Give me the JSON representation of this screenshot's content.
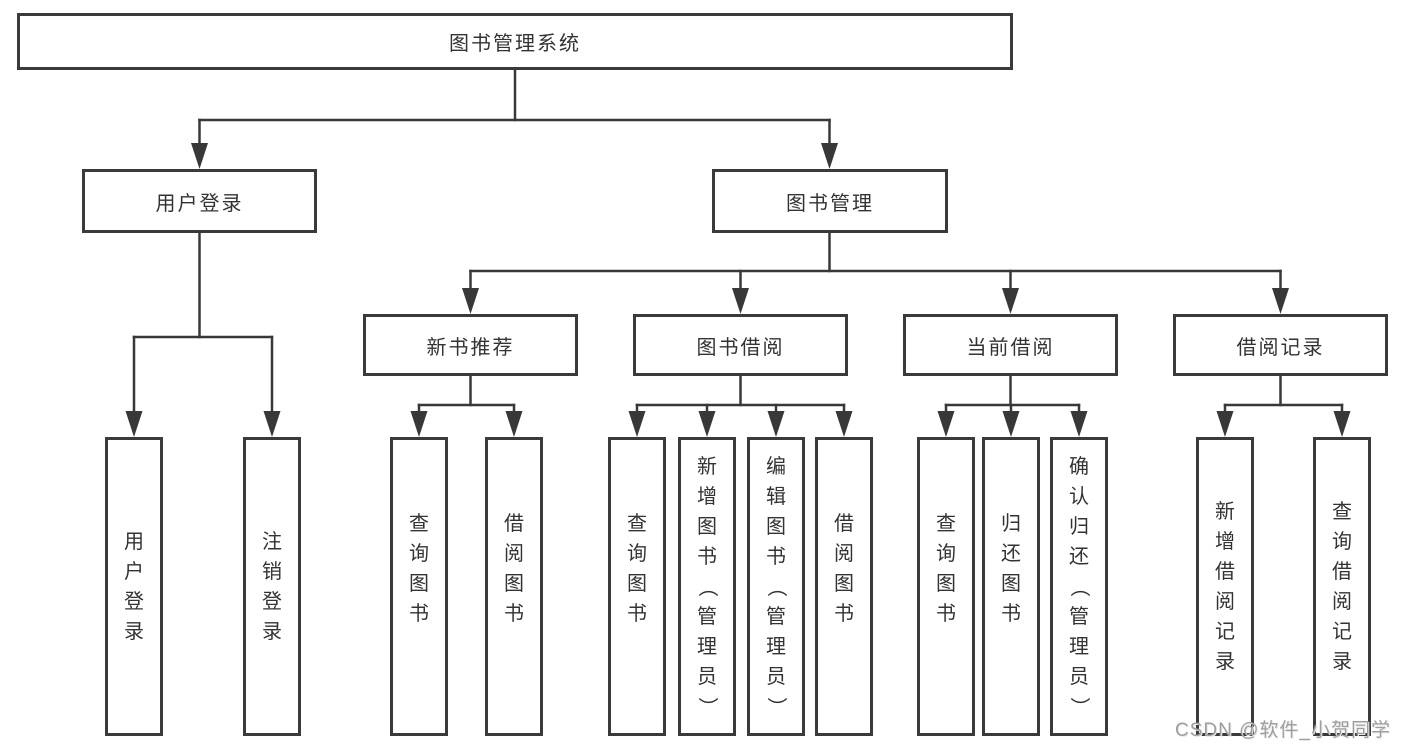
{
  "colors": {
    "line": "#383838",
    "box_border": "#3a3a3a",
    "text": "#333333",
    "watermark": "#9e9e9e",
    "background": "#ffffff"
  },
  "diagram": {
    "root": {
      "label": "图书管理系统"
    },
    "level2": [
      {
        "label": "用户登录"
      },
      {
        "label": "图书管理"
      }
    ],
    "level3": [
      {
        "label": "新书推荐",
        "parent": "图书管理"
      },
      {
        "label": "图书借阅",
        "parent": "图书管理"
      },
      {
        "label": "当前借阅",
        "parent": "图书管理"
      },
      {
        "label": "借阅记录",
        "parent": "图书管理"
      }
    ],
    "leaves": [
      {
        "label": "用户登录",
        "parent": "用户登录"
      },
      {
        "label": "注销登录",
        "parent": "用户登录"
      },
      {
        "label": "查询图书",
        "parent": "新书推荐"
      },
      {
        "label": "借阅图书",
        "parent": "新书推荐"
      },
      {
        "label": "查询图书",
        "parent": "图书借阅"
      },
      {
        "label": "新增图书（管理员）",
        "parent": "图书借阅"
      },
      {
        "label": "编辑图书（管理员）",
        "parent": "图书借阅"
      },
      {
        "label": "借阅图书",
        "parent": "图书借阅"
      },
      {
        "label": "查询图书",
        "parent": "当前借阅"
      },
      {
        "label": "归还图书",
        "parent": "当前借阅"
      },
      {
        "label": "确认归还（管理员）",
        "parent": "当前借阅"
      },
      {
        "label": "新增借阅记录",
        "parent": "借阅记录"
      },
      {
        "label": "查询借阅记录",
        "parent": "借阅记录"
      }
    ]
  },
  "watermark": {
    "text": "CSDN @软件_小贺同学"
  }
}
